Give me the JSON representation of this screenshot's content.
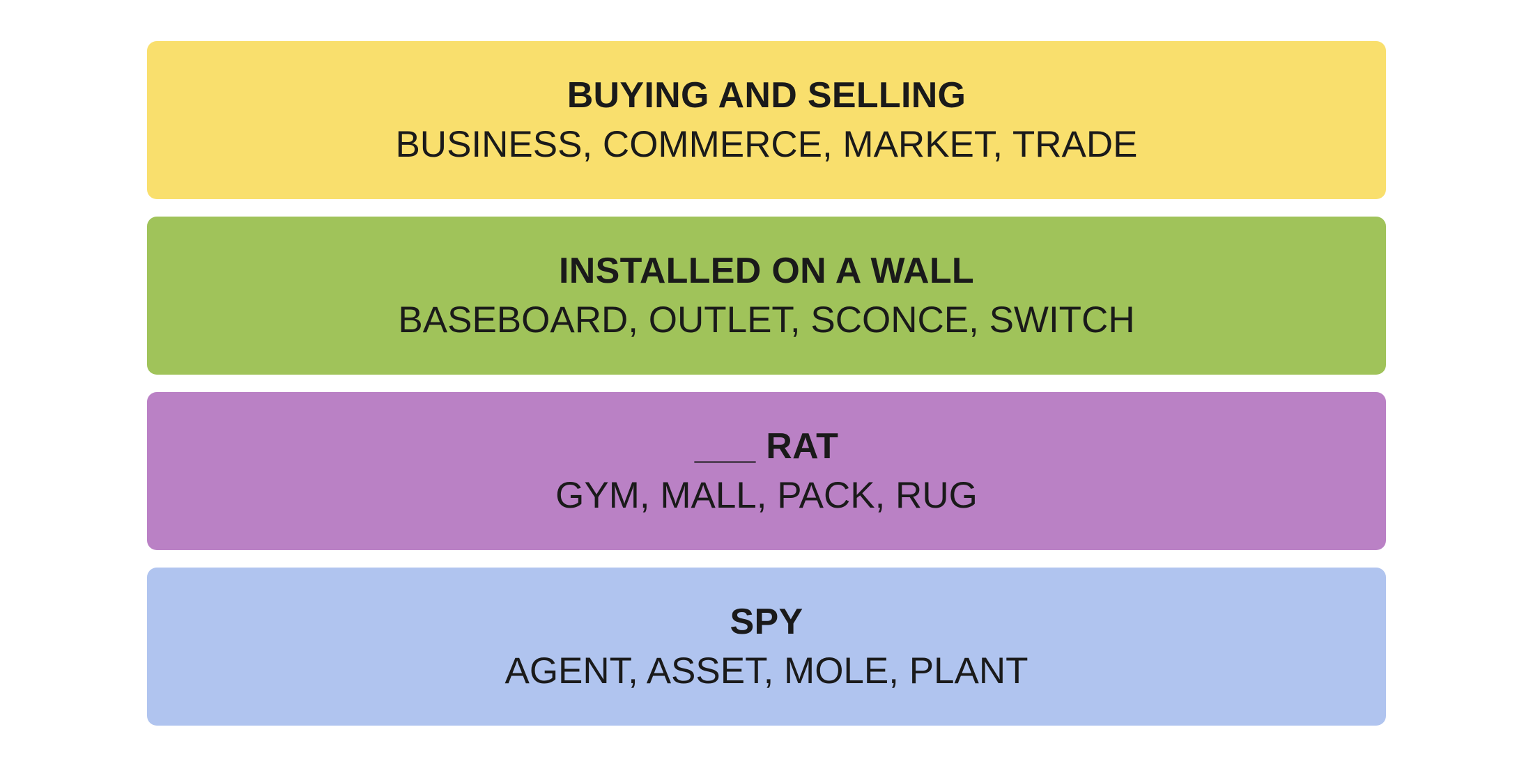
{
  "groups": [
    {
      "title": "BUYING AND SELLING",
      "members": "BUSINESS, COMMERCE, MARKET, TRADE",
      "color": "#f9df6d"
    },
    {
      "title": "INSTALLED ON A WALL",
      "members": "BASEBOARD, OUTLET, SCONCE, SWITCH",
      "color": "#a0c35a"
    },
    {
      "title": "___ RAT",
      "members": "GYM, MALL, PACK, RUG",
      "color": "#ba81c5"
    },
    {
      "title": "SPY",
      "members": "AGENT, ASSET, MOLE, PLANT",
      "color": "#b0c4ef"
    }
  ]
}
